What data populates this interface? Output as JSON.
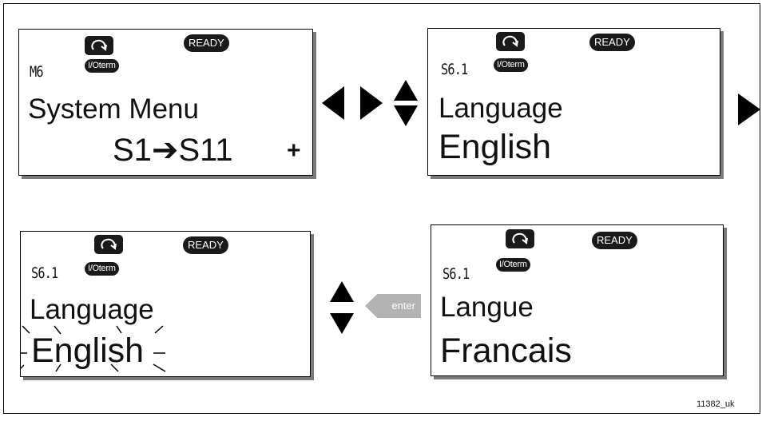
{
  "colors": {
    "badge_bg": "#1a1a1a",
    "shadow": "#7a7a7a",
    "enter_bg": "#b3b3b3"
  },
  "panels": [
    {
      "id": "system-menu",
      "code": "M6",
      "badge": "READY",
      "control": "I/Oterm",
      "line1": "System Menu",
      "line2": "S1➔S11",
      "marker": "+"
    },
    {
      "id": "language-view",
      "code": "S6.1",
      "badge": "READY",
      "control": "I/Oterm",
      "line1": "Language",
      "line2": "English"
    },
    {
      "id": "language-edit",
      "code": "S6.1",
      "badge": "READY",
      "control": "I/Oterm",
      "line1": "Language",
      "line2": "English",
      "blinking": true
    },
    {
      "id": "langue-result",
      "code": "S6.1",
      "badge": "READY",
      "control": "I/Oterm",
      "line1": "Langue",
      "line2": "Francais"
    }
  ],
  "buttons": {
    "enter": "enter"
  },
  "figure_id": "11382_uk"
}
